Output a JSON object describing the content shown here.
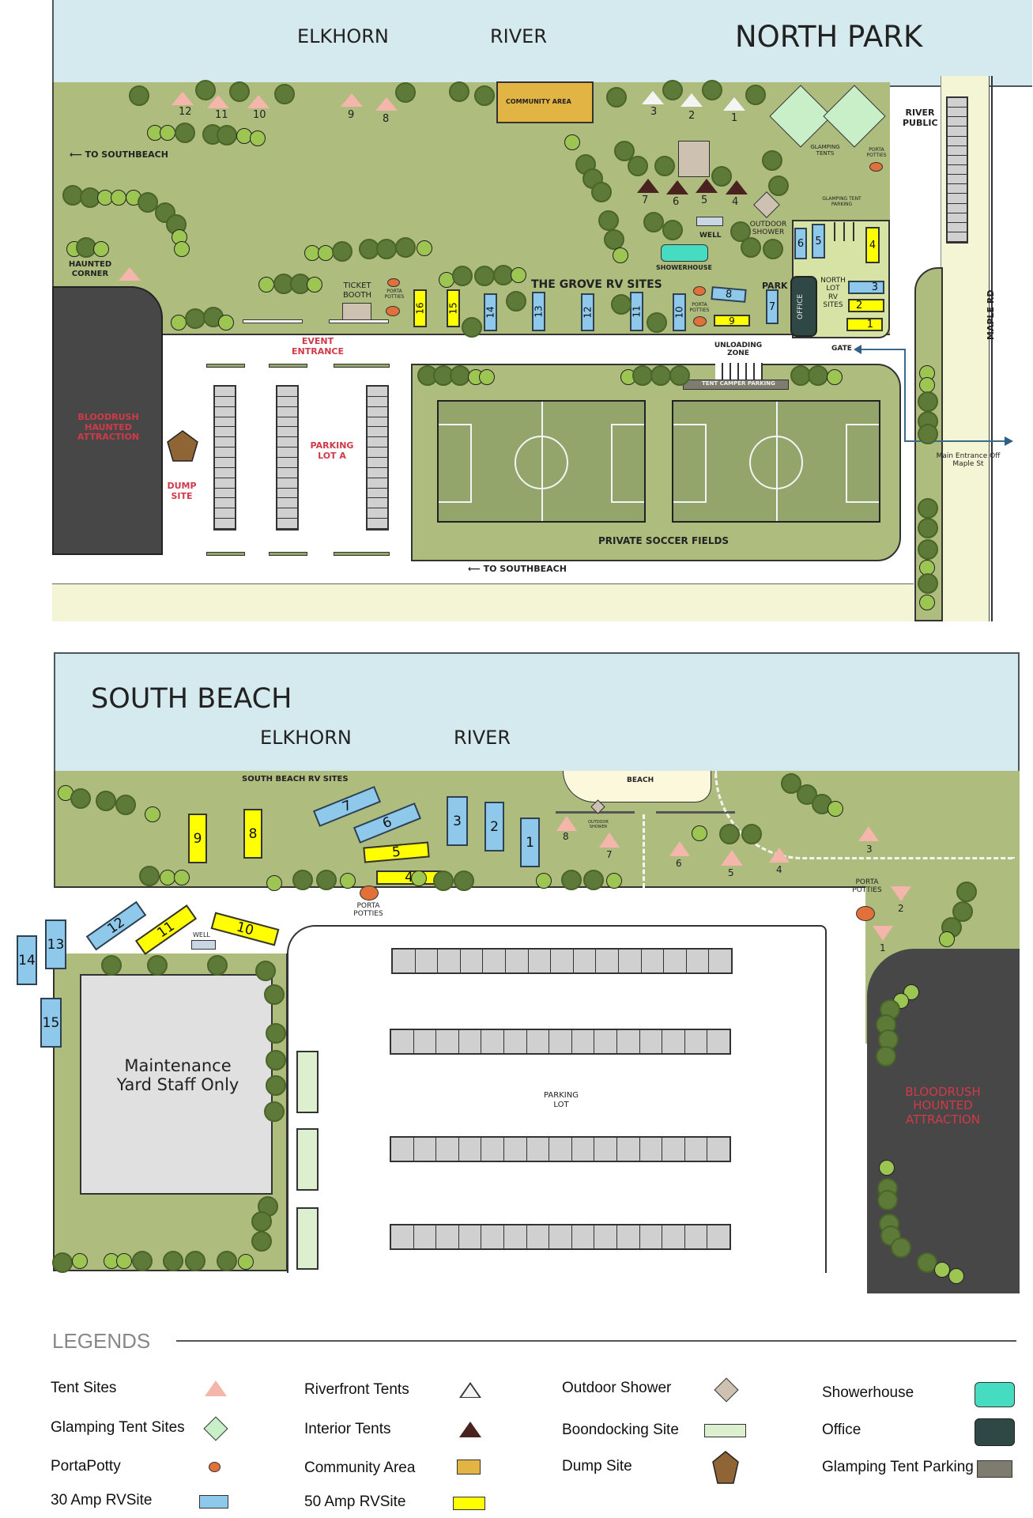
{
  "north_park": {
    "title": "NORTH PARK",
    "river_labels": [
      "ELKHORN",
      "RIVER"
    ],
    "labels": {
      "to_southbeach_top": "TO SOUTHBEACH",
      "to_southbeach_bottom": "TO SOUTHBEACH",
      "haunted_corner": "HAUNTED CORNER",
      "community_area": "COMMUNITY AREA",
      "glamping_tents": "GLAMPING TENTS",
      "porta_potties_ne": "PORTA POTTIES",
      "glamping_tent_parking": "GLAMPING TENT PARKING",
      "outdoor_shower": "OUTDOOR SHOWER",
      "well": "WELL",
      "showerhouse": "SHOWERHOUSE",
      "grove_rv_sites": "THE GROVE RV SITES",
      "park": "PARK",
      "office": "OFFICE",
      "north_lot_rv_sites": "NORTH LOT RV SITES",
      "ticket_booth": "TICKET BOOTH",
      "porta_potties_booth": "PORTA POTTIES",
      "porta_potties_grove": "PORTA POTTIES",
      "event_entrance": "EVENT ENTRANCE",
      "bloodrush": "BLOODRUSH HAUNTED ATTRACTION",
      "dump_site": "DUMP SITE",
      "parking_lot_a": "PARKING LOT A",
      "unloading_zone": "UNLOADING ZONE",
      "tent_camper_parking": "TENT CAMPER PARKING",
      "gate": "GATE",
      "private_soccer_fields": "PRIVATE SOCCER FIELDS",
      "river_public": "RIVER PUBLIC",
      "maple_rd": "MAPLE RD",
      "main_entrance": "Main Entrance Off Maple St"
    },
    "tent_sites": [
      "12",
      "11",
      "10",
      "9",
      "8"
    ],
    "riverfront_tents": [
      "3",
      "2",
      "1"
    ],
    "interior_tents": [
      "7",
      "6",
      "5",
      "4"
    ],
    "grove_rv": [
      {
        "num": "16",
        "amp": "50"
      },
      {
        "num": "15",
        "amp": "50"
      },
      {
        "num": "14",
        "amp": "30"
      },
      {
        "num": "13",
        "amp": "30"
      },
      {
        "num": "12",
        "amp": "30"
      },
      {
        "num": "11",
        "amp": "30"
      },
      {
        "num": "10",
        "amp": "30"
      },
      {
        "num": "8",
        "amp": "30"
      },
      {
        "num": "9",
        "amp": "50"
      },
      {
        "num": "7",
        "amp": "30"
      }
    ],
    "north_lot_rv": [
      {
        "num": "6",
        "amp": "30"
      },
      {
        "num": "5",
        "amp": "30"
      },
      {
        "num": "4",
        "amp": "50"
      },
      {
        "num": "3",
        "amp": "30"
      },
      {
        "num": "2",
        "amp": "50"
      },
      {
        "num": "1",
        "amp": "50"
      }
    ]
  },
  "south_beach": {
    "title": "SOUTH BEACH",
    "river_labels": [
      "ELKHORN",
      "RIVER"
    ],
    "labels": {
      "rv_sites": "SOUTH BEACH RV SITES",
      "beach": "BEACH",
      "outdoor_shower": "OUTDOOR SHOWER",
      "porta_potties_left": "PORTA POTTIES",
      "porta_potties_right": "PORTA POTTIES",
      "well": "WELL",
      "maintenance": "Maintenance Yard Staff Only",
      "parking_lot": "PARKING LOT",
      "bloodrush": "BLOODRUSH HOUNTED ATTRACTION"
    },
    "rv_sites": [
      {
        "num": "9",
        "amp": "50"
      },
      {
        "num": "8",
        "amp": "50"
      },
      {
        "num": "7",
        "amp": "30"
      },
      {
        "num": "6",
        "amp": "30"
      },
      {
        "num": "5",
        "amp": "50"
      },
      {
        "num": "4",
        "amp": "50"
      },
      {
        "num": "3",
        "amp": "30"
      },
      {
        "num": "2",
        "amp": "30"
      },
      {
        "num": "1",
        "amp": "30"
      },
      {
        "num": "12",
        "amp": "30"
      },
      {
        "num": "11",
        "amp": "50"
      },
      {
        "num": "10",
        "amp": "50"
      },
      {
        "num": "13",
        "amp": "30"
      },
      {
        "num": "14",
        "amp": "30"
      },
      {
        "num": "15",
        "amp": "30"
      }
    ],
    "tent_sites": [
      "8",
      "7",
      "6",
      "5",
      "4",
      "3",
      "2",
      "1"
    ]
  },
  "legend": {
    "title": "LEGENDS",
    "items": [
      {
        "label": "Tent Sites",
        "icon": "pink-triangle-icon",
        "color": "#f4b6ab"
      },
      {
        "label": "Glamping Tent Sites",
        "icon": "green-diamond-icon",
        "color": "#c8efc8"
      },
      {
        "label": "PortaPotty",
        "icon": "orange-oval-icon",
        "color": "#e2703a"
      },
      {
        "label": "30 Amp RVSite",
        "icon": "blue-rect-icon",
        "color": "#8ec8ea"
      },
      {
        "label": "Riverfront Tents",
        "icon": "white-triangle-icon",
        "color": "#f4f4f4"
      },
      {
        "label": "Interior Tents",
        "icon": "brown-triangle-icon",
        "color": "#4a2320"
      },
      {
        "label": "Community Area",
        "icon": "gold-rect-icon",
        "color": "#e2b443"
      },
      {
        "label": "50 Amp RVSite",
        "icon": "yellow-rect-icon",
        "color": "#ffff00"
      },
      {
        "label": "Outdoor Shower",
        "icon": "tan-diamond-icon",
        "color": "#cdc2b2"
      },
      {
        "label": "Boondocking Site",
        "icon": "pale-green-rect-icon",
        "color": "#dcf0cf"
      },
      {
        "label": "Dump Site",
        "icon": "brown-pentagon-icon",
        "color": "#8f6535"
      },
      {
        "label": "Showerhouse",
        "icon": "teal-rounded-rect-icon",
        "color": "#45dcc1"
      },
      {
        "label": "Office",
        "icon": "dark-teal-rounded-rect-icon",
        "color": "#2f4845"
      },
      {
        "label": "Glamping Tent Parking",
        "icon": "gray-rect-icon",
        "color": "#7e7c6e"
      }
    ]
  }
}
